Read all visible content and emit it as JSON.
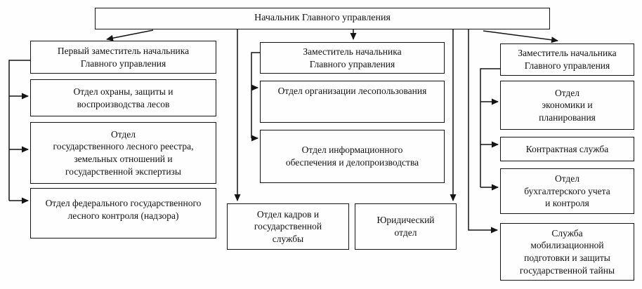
{
  "diagram": {
    "title": "Начальник Главного управления",
    "root": {
      "label": "Начальник Главного управления"
    },
    "left_branch": {
      "head": {
        "label": "Первый заместитель начальника\nГлавного управления"
      },
      "items": [
        {
          "label": "Отдел охраны, защиты и\nвоспроизводства лесов"
        },
        {
          "label": "Отдел\nгосударственного лесного реестра,\nземельных отношений и\nгосударственной экспертизы"
        },
        {
          "label": "Отдел федерального государственного\nлесного контроля (надзора)"
        }
      ]
    },
    "middle_branch": {
      "head": {
        "label": "Заместитель начальника\nГлавного управления"
      },
      "items": [
        {
          "label": "Отдел организации лесопользования"
        },
        {
          "label": "Отдел информационного\nобеспечения и делопроизводства"
        }
      ]
    },
    "direct_units": {
      "hr": {
        "label": "Отдел кадров и\nгосударственной\nслужбы"
      },
      "legal": {
        "label": "Юридический\nотдел"
      },
      "mobilization": {
        "label": "Служба\nмобилизационной\nподготовки и защиты\nгосударственной тайны"
      }
    },
    "right_branch": {
      "head": {
        "label": "Заместитель начальника\nГлавного управления"
      },
      "items": [
        {
          "label": "Отдел\nэкономики и\nпланирования"
        },
        {
          "label": "Контрактная служба"
        },
        {
          "label": "Отдел\nбухгалтерского учета\nи контроля"
        }
      ]
    }
  }
}
